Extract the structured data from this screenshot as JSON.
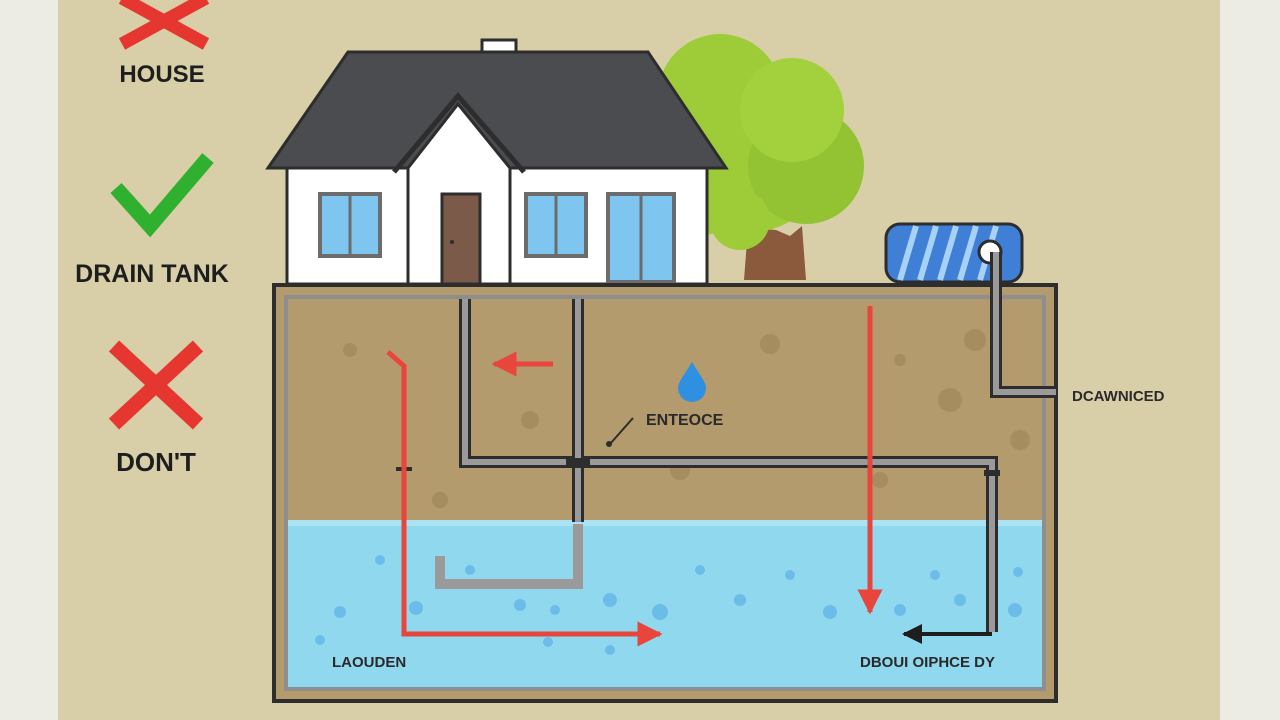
{
  "legend": {
    "house": "HOUSE",
    "drain_tank": "DRAIN TANK",
    "dont": "DON'T"
  },
  "labels": {
    "entrance": "ENTEOCE",
    "drain_line": "DCAWNICED",
    "left_bottom": "LAOUDEN",
    "right_bottom": "DBOUI OIPHCE DY"
  },
  "colors": {
    "background": "#d8cfa8",
    "soil": "#b39b6e",
    "water": "#8fd8ee",
    "roof": "#4a4c50",
    "tree": "#9dcc38",
    "red_arrow": "#e8453c",
    "check": "#2fb02f",
    "cross": "#e5362f",
    "tank": "#3f7fd6"
  },
  "icons": [
    "cross-icon",
    "check-icon",
    "cross-icon",
    "water-drop-icon"
  ]
}
